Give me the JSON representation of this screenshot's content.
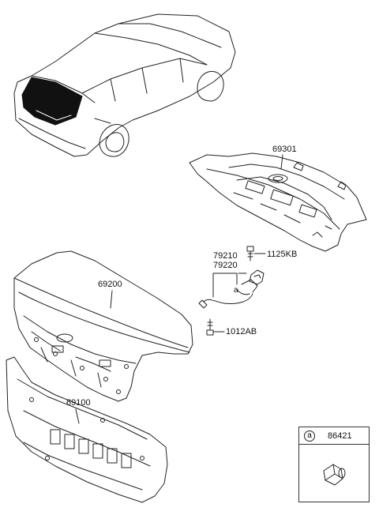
{
  "parts": {
    "rear_shelf": "69301",
    "latch_a": "79210",
    "latch_b": "79220",
    "bolt_top": "1125KB",
    "trunk_lid": "69200",
    "bolt_bottom": "1012AB",
    "lid_inner_panel": "69100"
  },
  "callout_letter": "a",
  "legend": {
    "letter": "a",
    "part_number": "86421"
  }
}
